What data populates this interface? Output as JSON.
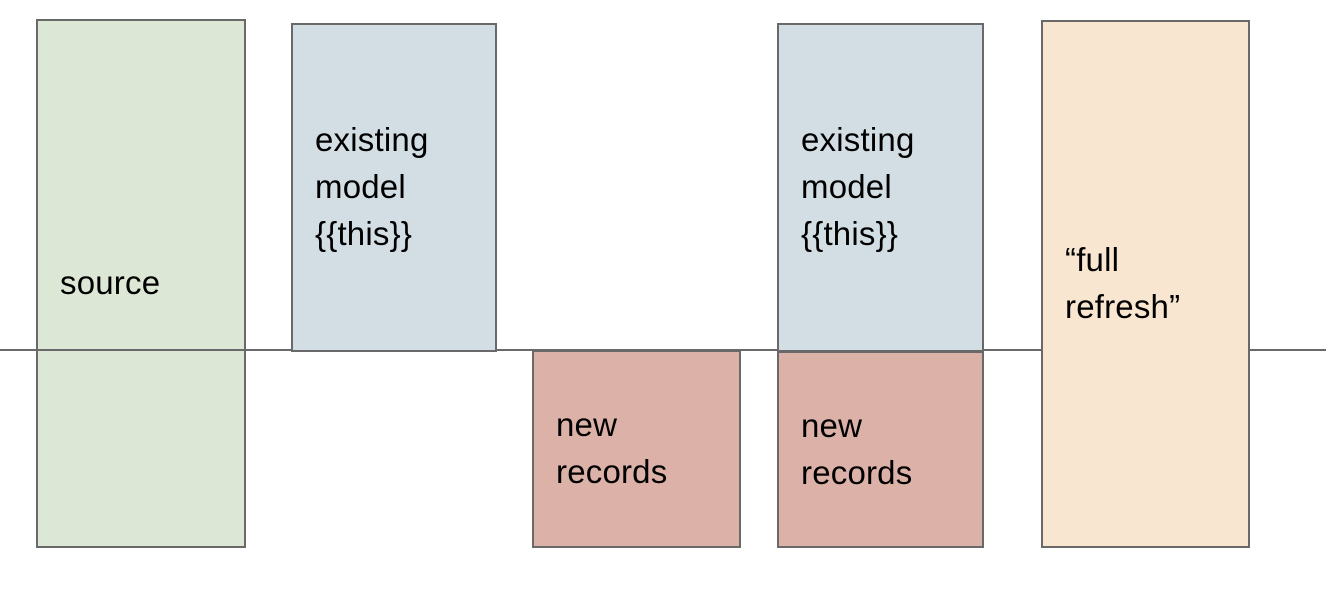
{
  "diagram": {
    "background_color": "#ffffff",
    "border_color": "#696969",
    "text_color": "#000000",
    "timeline": {
      "description": "horizontal divider line crossing full canvas width",
      "color": "#696969"
    },
    "boxes": [
      {
        "key": "source",
        "label": "source",
        "fill": "#dce8d5",
        "position": "left column, spans above and below the line"
      },
      {
        "key": "existing-model-1",
        "label": "existing model {{this}}",
        "fill": "#d2dee4",
        "position": "second column, above the line"
      },
      {
        "key": "new-records-1",
        "label": "new records",
        "fill": "#dcb1a7",
        "position": "third column, below the line"
      },
      {
        "key": "existing-model-2",
        "label": "existing model {{this}}",
        "fill": "#d2dee4",
        "position": "fourth column, above the line"
      },
      {
        "key": "new-records-2",
        "label": "new records",
        "fill": "#dcb1a7",
        "position": "fourth column, below the line"
      },
      {
        "key": "full-refresh",
        "label": "“full refresh”",
        "fill": "#f8e6d0",
        "position": "right column, spans above and below the line"
      }
    ]
  }
}
